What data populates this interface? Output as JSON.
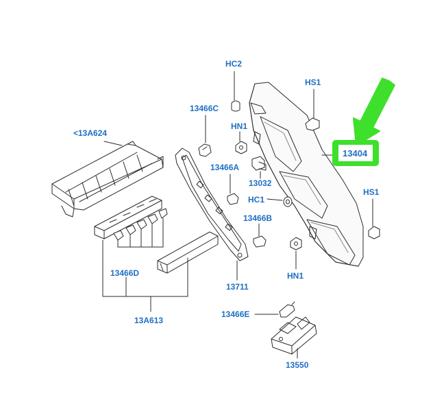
{
  "callouts": {
    "hc2": "HC2",
    "hs1_top": "HS1",
    "p13466c": "13466C",
    "hn1_top": "HN1",
    "p13a624": "<13A624",
    "p13466a": "13466A",
    "p13032": "13032",
    "hc1": "HC1",
    "hs1_right": "HS1",
    "p13466b": "13466B",
    "hn1_bottom": "HN1",
    "p13466d": "13466D",
    "p13711": "13711",
    "p13a613": "13A613",
    "p13466e": "13466E",
    "p13550": "13550"
  },
  "highlighted_part": "13404",
  "colors": {
    "label_blue": "#1f6fc4",
    "highlight_green": "#3ee02b",
    "line": "#2a2a2a"
  }
}
